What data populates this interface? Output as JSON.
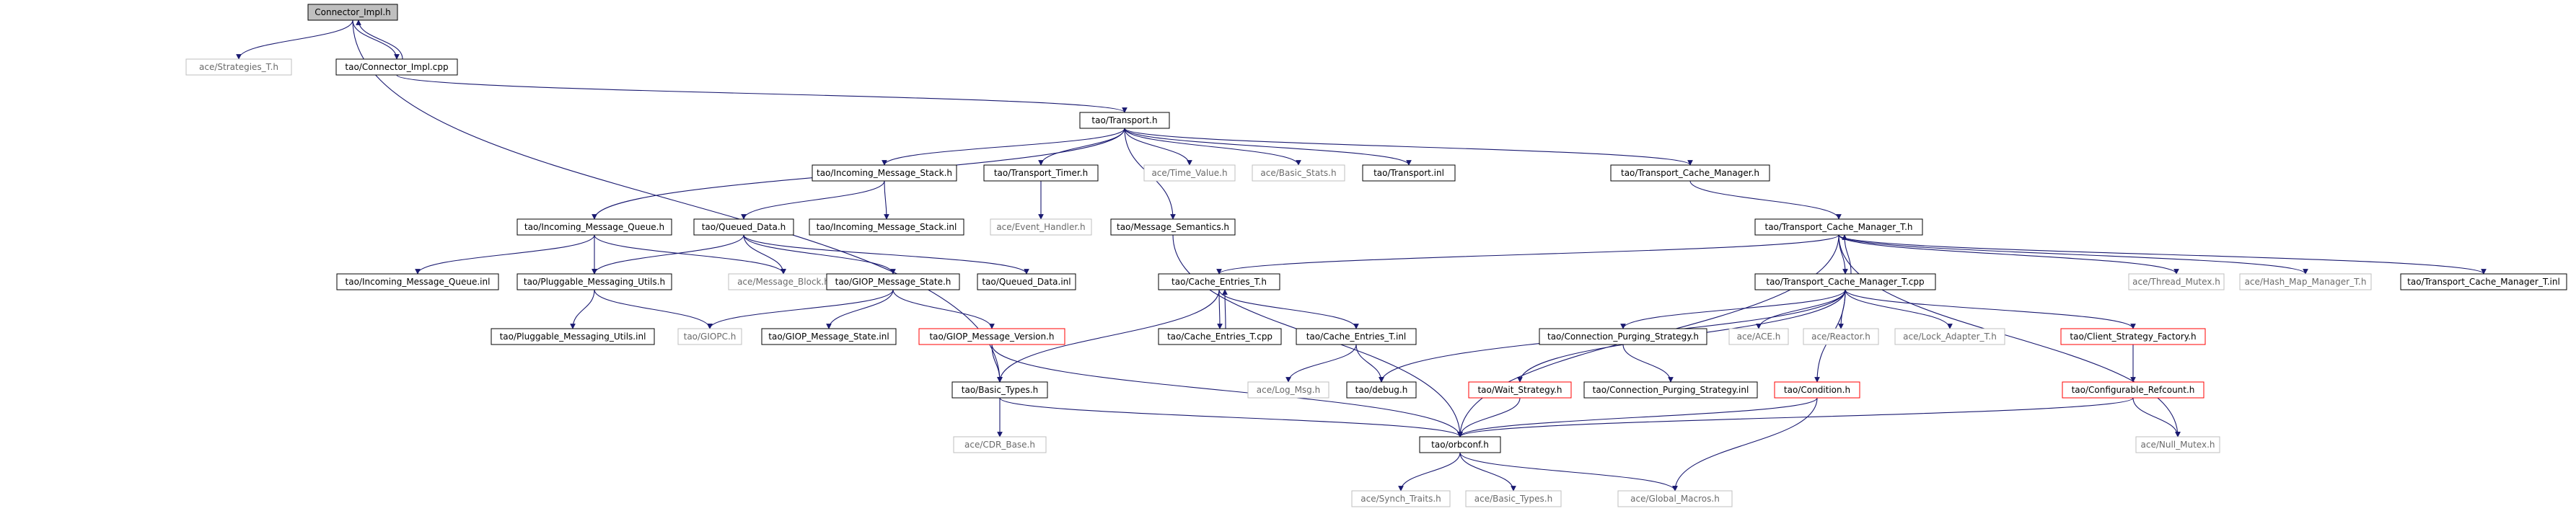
{
  "nodes": [
    {
      "id": "connector_impl_h",
      "label": "Connector_Impl.h",
      "style": "main"
    },
    {
      "id": "strategies_t",
      "label": "ace/Strategies_T.h",
      "style": "grey"
    },
    {
      "id": "connector_impl_cpp",
      "label": "tao/Connector_Impl.cpp",
      "style": "normal"
    },
    {
      "id": "transport_h",
      "label": "tao/Transport.h",
      "style": "normal"
    },
    {
      "id": "incoming_message_stack_h",
      "label": "tao/Incoming_Message_Stack.h",
      "style": "normal"
    },
    {
      "id": "transport_timer_h",
      "label": "tao/Transport_Timer.h",
      "style": "normal"
    },
    {
      "id": "time_value_h",
      "label": "ace/Time_Value.h",
      "style": "grey"
    },
    {
      "id": "basic_stats_h",
      "label": "ace/Basic_Stats.h",
      "style": "grey"
    },
    {
      "id": "transport_inl",
      "label": "tao/Transport.inl",
      "style": "normal"
    },
    {
      "id": "transport_cache_manager_h",
      "label": "tao/Transport_Cache_Manager.h",
      "style": "normal"
    },
    {
      "id": "incoming_message_queue_h",
      "label": "tao/Incoming_Message_Queue.h",
      "style": "normal"
    },
    {
      "id": "queued_data_h",
      "label": "tao/Queued_Data.h",
      "style": "normal"
    },
    {
      "id": "incoming_message_stack_inl",
      "label": "tao/Incoming_Message_Stack.inl",
      "style": "normal"
    },
    {
      "id": "event_handler_h",
      "label": "ace/Event_Handler.h",
      "style": "grey"
    },
    {
      "id": "message_semantics_h",
      "label": "tao/Message_Semantics.h",
      "style": "normal"
    },
    {
      "id": "transport_cache_manager_t_h",
      "label": "tao/Transport_Cache_Manager_T.h",
      "style": "normal"
    },
    {
      "id": "incoming_message_queue_inl",
      "label": "tao/Incoming_Message_Queue.inl",
      "style": "normal"
    },
    {
      "id": "pluggable_messaging_utils_h",
      "label": "tao/Pluggable_Messaging_Utils.h",
      "style": "normal"
    },
    {
      "id": "message_block_h",
      "label": "ace/Message_Block.h",
      "style": "grey"
    },
    {
      "id": "giop_message_state_h",
      "label": "tao/GIOP_Message_State.h",
      "style": "normal"
    },
    {
      "id": "queued_data_inl",
      "label": "tao/Queued_Data.inl",
      "style": "normal"
    },
    {
      "id": "cache_entries_t_h",
      "label": "tao/Cache_Entries_T.h",
      "style": "normal"
    },
    {
      "id": "transport_cache_manager_t_cpp",
      "label": "tao/Transport_Cache_Manager_T.cpp",
      "style": "normal"
    },
    {
      "id": "thread_mutex_h",
      "label": "ace/Thread_Mutex.h",
      "style": "grey"
    },
    {
      "id": "hash_map_manager_t_h",
      "label": "ace/Hash_Map_Manager_T.h",
      "style": "grey"
    },
    {
      "id": "transport_cache_manager_t_inl",
      "label": "tao/Transport_Cache_Manager_T.inl",
      "style": "normal"
    },
    {
      "id": "pluggable_messaging_utils_inl",
      "label": "tao/Pluggable_Messaging_Utils.inl",
      "style": "normal"
    },
    {
      "id": "giopc_h",
      "label": "tao/GIOPC.h",
      "style": "grey"
    },
    {
      "id": "giop_message_state_inl",
      "label": "tao/GIOP_Message_State.inl",
      "style": "normal"
    },
    {
      "id": "giop_message_version_h",
      "label": "tao/GIOP_Message_Version.h",
      "style": "red"
    },
    {
      "id": "cache_entries_t_cpp",
      "label": "tao/Cache_Entries_T.cpp",
      "style": "normal"
    },
    {
      "id": "cache_entries_t_inl",
      "label": "tao/Cache_Entries_T.inl",
      "style": "normal"
    },
    {
      "id": "connection_purging_strategy_h",
      "label": "tao/Connection_Purging_Strategy.h",
      "style": "normal"
    },
    {
      "id": "ace_h",
      "label": "ace/ACE.h",
      "style": "grey"
    },
    {
      "id": "reactor_h",
      "label": "ace/Reactor.h",
      "style": "grey"
    },
    {
      "id": "lock_adapter_t_h",
      "label": "ace/Lock_Adapter_T.h",
      "style": "grey"
    },
    {
      "id": "client_strategy_factory_h",
      "label": "tao/Client_Strategy_Factory.h",
      "style": "red"
    },
    {
      "id": "basic_types_tao_h",
      "label": "tao/Basic_Types.h",
      "style": "normal"
    },
    {
      "id": "log_msg_h",
      "label": "ace/Log_Msg.h",
      "style": "grey"
    },
    {
      "id": "debug_h",
      "label": "tao/debug.h",
      "style": "normal"
    },
    {
      "id": "wait_strategy_h",
      "label": "tao/Wait_Strategy.h",
      "style": "red"
    },
    {
      "id": "connection_purging_strategy_inl",
      "label": "tao/Connection_Purging_Strategy.inl",
      "style": "normal"
    },
    {
      "id": "condition_h",
      "label": "tao/Condition.h",
      "style": "red"
    },
    {
      "id": "configurable_refcount_h",
      "label": "tao/Configurable_Refcount.h",
      "style": "red"
    },
    {
      "id": "cdr_base_h",
      "label": "ace/CDR_Base.h",
      "style": "grey"
    },
    {
      "id": "orbconf_h",
      "label": "tao/orbconf.h",
      "style": "normal"
    },
    {
      "id": "null_mutex_h",
      "label": "ace/Null_Mutex.h",
      "style": "grey"
    },
    {
      "id": "synch_traits_h",
      "label": "ace/Synch_Traits.h",
      "style": "grey"
    },
    {
      "id": "basic_types_ace_h",
      "label": "ace/Basic_Types.h",
      "style": "grey"
    },
    {
      "id": "global_macros_h",
      "label": "ace/Global_Macros.h",
      "style": "grey"
    }
  ],
  "edges": [
    [
      "connector_impl_h",
      "strategies_t"
    ],
    [
      "connector_impl_h",
      "connector_impl_cpp"
    ],
    [
      "connector_impl_cpp",
      "connector_impl_h"
    ],
    [
      "connector_impl_h",
      "basic_types_tao_h"
    ],
    [
      "connector_impl_cpp",
      "transport_h"
    ],
    [
      "transport_h",
      "incoming_message_stack_h"
    ],
    [
      "transport_h",
      "transport_timer_h"
    ],
    [
      "transport_h",
      "time_value_h"
    ],
    [
      "transport_h",
      "basic_stats_h"
    ],
    [
      "transport_h",
      "transport_inl"
    ],
    [
      "transport_h",
      "transport_cache_manager_h"
    ],
    [
      "transport_h",
      "incoming_message_queue_h"
    ],
    [
      "transport_h",
      "message_semantics_h"
    ],
    [
      "incoming_message_stack_h",
      "queued_data_h"
    ],
    [
      "incoming_message_stack_h",
      "incoming_message_stack_inl"
    ],
    [
      "transport_timer_h",
      "event_handler_h"
    ],
    [
      "transport_cache_manager_h",
      "transport_cache_manager_t_h"
    ],
    [
      "incoming_message_queue_h",
      "incoming_message_queue_inl"
    ],
    [
      "incoming_message_queue_h",
      "pluggable_messaging_utils_h"
    ],
    [
      "incoming_message_queue_h",
      "message_block_h"
    ],
    [
      "queued_data_h",
      "pluggable_messaging_utils_h"
    ],
    [
      "queued_data_h",
      "message_block_h"
    ],
    [
      "queued_data_h",
      "giop_message_state_h"
    ],
    [
      "queued_data_h",
      "queued_data_inl"
    ],
    [
      "message_semantics_h",
      "orbconf_h"
    ],
    [
      "transport_cache_manager_t_h",
      "cache_entries_t_h"
    ],
    [
      "transport_cache_manager_t_h",
      "transport_cache_manager_t_cpp"
    ],
    [
      "transport_cache_manager_t_cpp",
      "transport_cache_manager_t_h"
    ],
    [
      "transport_cache_manager_t_h",
      "thread_mutex_h"
    ],
    [
      "transport_cache_manager_t_h",
      "hash_map_manager_t_h"
    ],
    [
      "transport_cache_manager_t_h",
      "transport_cache_manager_t_inl"
    ],
    [
      "transport_cache_manager_t_h",
      "orbconf_h"
    ],
    [
      "transport_cache_manager_t_h",
      "null_mutex_h"
    ],
    [
      "pluggable_messaging_utils_h",
      "pluggable_messaging_utils_inl"
    ],
    [
      "pluggable_messaging_utils_h",
      "giopc_h"
    ],
    [
      "giop_message_state_h",
      "giopc_h"
    ],
    [
      "giop_message_state_h",
      "giop_message_state_inl"
    ],
    [
      "giop_message_state_h",
      "giop_message_version_h"
    ],
    [
      "giop_message_version_h",
      "basic_types_tao_h"
    ],
    [
      "giop_message_version_h",
      "orbconf_h"
    ],
    [
      "cache_entries_t_h",
      "cache_entries_t_cpp"
    ],
    [
      "cache_entries_t_cpp",
      "cache_entries_t_h"
    ],
    [
      "cache_entries_t_h",
      "cache_entries_t_inl"
    ],
    [
      "cache_entries_t_h",
      "basic_types_tao_h"
    ],
    [
      "cache_entries_t_inl",
      "log_msg_h"
    ],
    [
      "cache_entries_t_inl",
      "debug_h"
    ],
    [
      "transport_cache_manager_t_cpp",
      "connection_purging_strategy_h"
    ],
    [
      "transport_cache_manager_t_cpp",
      "ace_h"
    ],
    [
      "transport_cache_manager_t_cpp",
      "reactor_h"
    ],
    [
      "transport_cache_manager_t_cpp",
      "lock_adapter_t_h"
    ],
    [
      "transport_cache_manager_t_cpp",
      "client_strategy_factory_h"
    ],
    [
      "transport_cache_manager_t_cpp",
      "wait_strategy_h"
    ],
    [
      "transport_cache_manager_t_cpp",
      "condition_h"
    ],
    [
      "transport_cache_manager_t_cpp",
      "debug_h"
    ],
    [
      "connection_purging_strategy_h",
      "connection_purging_strategy_inl"
    ],
    [
      "client_strategy_factory_h",
      "configurable_refcount_h"
    ],
    [
      "basic_types_tao_h",
      "cdr_base_h"
    ],
    [
      "basic_types_tao_h",
      "orbconf_h"
    ],
    [
      "wait_strategy_h",
      "orbconf_h"
    ],
    [
      "condition_h",
      "orbconf_h"
    ],
    [
      "condition_h",
      "global_macros_h"
    ],
    [
      "configurable_refcount_h",
      "orbconf_h"
    ],
    [
      "configurable_refcount_h",
      "null_mutex_h"
    ],
    [
      "orbconf_h",
      "synch_traits_h"
    ],
    [
      "orbconf_h",
      "basic_types_ace_h"
    ],
    [
      "orbconf_h",
      "global_macros_h"
    ]
  ]
}
